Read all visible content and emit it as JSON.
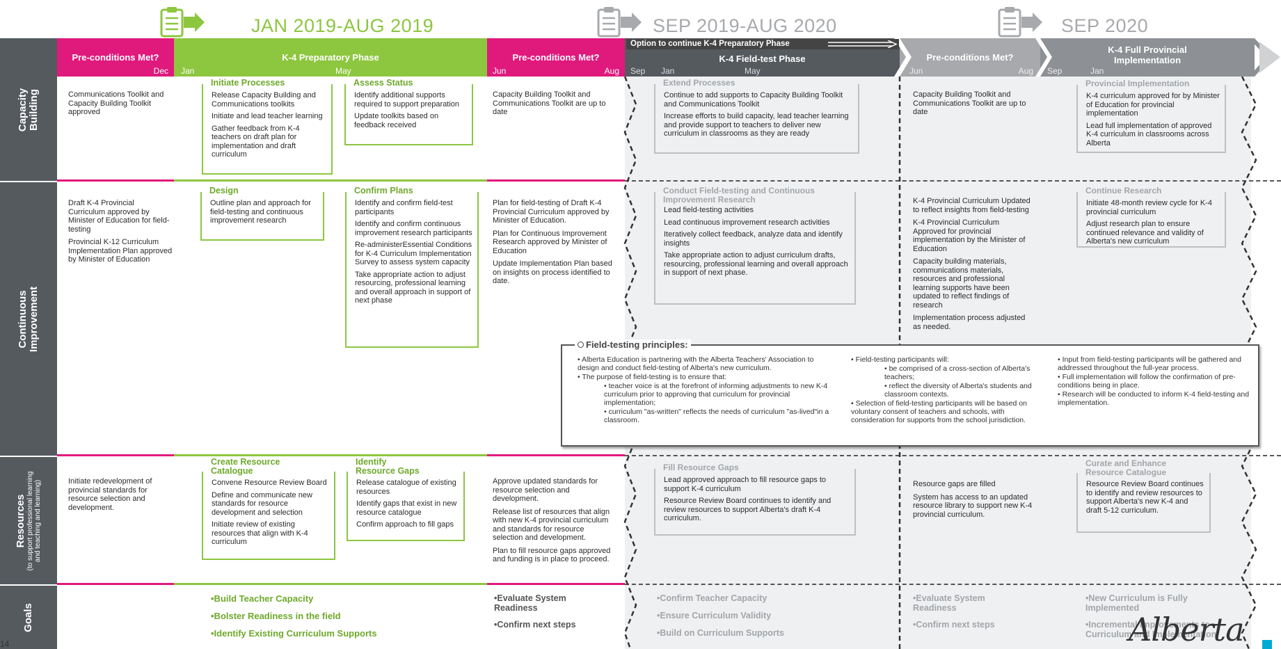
{
  "phases": [
    {
      "title": "JAN 2019-AUG 2019"
    },
    {
      "title": "SEP 2019-AUG 2020"
    },
    {
      "title": "SEP 2020"
    }
  ],
  "option_banner": "Option to continue K-4 Preparatory Phase",
  "headers": [
    {
      "label": "Pre-conditions Met?",
      "month_right": "Dec"
    },
    {
      "label": "K-4 Preparatory Phase",
      "month_left": "Jan",
      "month_mid": "May"
    },
    {
      "label": "Pre-conditions Met?",
      "month_left": "Jun",
      "month_right": "Aug"
    },
    {
      "label": "K-4 Field-test Phase",
      "month_left": "Sep",
      "month_mid_a": "Jan",
      "month_mid_b": "May"
    },
    {
      "label": "Pre-conditions Met?",
      "month_left": "Jun",
      "month_right": "Aug"
    },
    {
      "label_line1": "K-4 Full Provincial",
      "label_line2": "Implementation",
      "month_left": "Sep",
      "month_mid": "Jan"
    }
  ],
  "row_labels": {
    "capacity_line1": "Capacity",
    "capacity_line2": "Building",
    "ci_line1": "Continuous",
    "ci_line2": "Improvement",
    "resources": "Resources",
    "resources_sub_line1": "(to support professional learning",
    "resources_sub_line2": "and teaching and learning)",
    "goals": "Goals"
  },
  "capacity": {
    "pre": "Communications Toolkit and Capacity Building Toolkit approved",
    "initiate": {
      "title": "Initiate Processes",
      "items": [
        "Release Capacity Building and Communications toolkits",
        "Initiate and lead teacher learning",
        "Gather feedback from K-4 teachers on draft plan for implementation and draft curriculum"
      ]
    },
    "assess": {
      "title": "Assess Status",
      "items": [
        "Identify additional supports required to support preparation",
        "Update toolkits based on feedback received"
      ]
    },
    "pre2": "Capacity Building Toolkit and Communications Toolkit are up to date",
    "extend": {
      "title": "Extend Processes",
      "items": [
        "Continue to add supports to Capacity Building Toolkit and Communications Toolkit",
        "Increase efforts to build capacity, lead teacher learning and provide support to teachers to deliver new curriculum in classrooms as they are ready"
      ]
    },
    "pre3": "Capacity Building Toolkit and Communications Toolkit are up to date",
    "provincial": {
      "title": "Provincial Implementation",
      "items": [
        "K-4 curriculum approved for by Minister of Education for provincial implementation",
        "Lead full implementation of approved K-4 curriculum in classrooms across Alberta"
      ]
    }
  },
  "ci": {
    "pre": [
      "Draft K-4 Provincial Curriculum approved by Minister of Education for field-testing",
      "Provincial K-12 Curriculum Implementation Plan approved by Minister of Education"
    ],
    "design": {
      "title": "Design",
      "items": [
        "Outline plan and approach for field-testing and continuous improvement research"
      ]
    },
    "confirm": {
      "title": "Confirm Plans",
      "items": [
        "Identify and confirm field-test participants",
        "Identify and confirm continuous improvement research participants",
        "Re-administerEssential Conditions for K-4 Curriculum Implementation Survey to assess system capacity",
        "Take appropriate action to adjust resourcing, professional learning and overall approach in support of next phase"
      ]
    },
    "pre2": [
      "Plan for field-testing of Draft K-4 Provincial Curriculum approved by Minister of Education.",
      "Plan for Continuous Improvement Research approved by Minister of Education",
      "Update Implementation Plan based on insights on process identified to date."
    ],
    "conduct": {
      "title": "Conduct Field-testing and Continuous Improvement Research",
      "items": [
        "Lead field-testing activities",
        "Lead continuous improvement research activities",
        "Iteratively collect feedback, analyze data and identify insights",
        "Take appropriate action to adjust curriculum drafts, resourcing, professional learning and overall approach in support of next phase."
      ]
    },
    "pre3": [
      "K-4 Provincial Curriculum Updated to reflect insights from field-testing",
      "K-4 Provincial Curriculum Approved for provincial implementation by the Minister of Education",
      "Capacity building materials, communications materials, resources and professional learning supports have been updated to reflect findings of research",
      "Implementation process adjusted as needed."
    ],
    "research": {
      "title": "Continue Research",
      "items": [
        "Initiate 48-month review cycle for K-4 provincial curriculum",
        "Adjust research plan to ensure continued relevance and validity of Alberta's new curriculum"
      ]
    }
  },
  "field_testing": {
    "title": "Field-testing principles:",
    "col1": [
      "• Alberta Education is partnering with the Alberta Teachers' Association to design and conduct field-testing of Alberta's new curriculum.",
      "• The purpose of field-testing is to ensure that:",
      "• teacher voice is at the forefront of informing adjustments to new K-4 curriculum prior to approving that curriculum for provincial implementation;",
      "• curriculum \"as-written\" reflects the needs of curriculum \"as-lived\"in a classroom."
    ],
    "col2": [
      "• Field-testing participants will:",
      "• be comprised of a cross-section of Alberta's teachers;",
      "• reflect the diversity of Alberta's students and classroom contexts.",
      "• Selection of field-testing participants will be based on voluntary consent of teachers and schools, with consideration for supports from the school jurisdiction."
    ],
    "col3": [
      "• Input from field-testing participants will be gathered and addressed throughout the full-year process.",
      "• Full implementation will follow the confirmation of pre-conditions being in place.",
      "• Research will be conducted to inform K-4 field-testing and implementation."
    ]
  },
  "resources": {
    "pre": "Initiate redevelopment of provincial standards for resource selection and development.",
    "catalogue": {
      "title_line1": "Create Resource",
      "title_line2": "Catalogue",
      "items": [
        "Convene Resource Review Board",
        "Define and communicate new standards for resource development and selection",
        "Initiate review of existing resources that align with K-4 curriculum"
      ]
    },
    "gaps": {
      "title_line1": "Identify",
      "title_line2": "Resource Gaps",
      "items": [
        "Release catalogue of existing resources",
        "Identify gaps that exist in new resource catalogue",
        "Confirm approach to fill gaps"
      ]
    },
    "pre2": [
      "Approve updated standards for resource selection and development.",
      "Release list of resources that align with new K-4 provincial curriculum and standards for resource selection and development.",
      "Plan to fill resource gaps approved and funding is in place to proceed."
    ],
    "fill": {
      "title": "Fill Resource Gaps",
      "items": [
        "Lead approved approach to fill resource gaps to support K-4 curriculum",
        "Resource Review Board continues to identify and review resources to support Alberta's draft K-4 curriculum."
      ]
    },
    "pre3": [
      "Resource gaps are filled",
      "System has access to an updated resource library to support new K-4 provincial curriculum."
    ],
    "enhance": {
      "title_line1": "Curate and Enhance",
      "title_line2": "Resource Catalogue",
      "items": [
        "Resource Review Board continues to identify and review resources to support Alberta's new K-4 and draft 5-12 curriculum."
      ]
    }
  },
  "goals": {
    "prep": [
      "•Build Teacher Capacity",
      "•Bolster Readiness in the field",
      "•Identify Existing Curriculum Supports"
    ],
    "pre2": [
      "•Evaluate System Readiness",
      "•Confirm next steps"
    ],
    "field": [
      "•Confirm Teacher Capacity",
      "•Ensure Curriculum Validity",
      "•Build on Curriculum Supports"
    ],
    "pre3": [
      "•Evaluate System Readiness",
      "•Confirm next steps"
    ],
    "impl": [
      "•New Curriculum is Fully Implemented",
      "•Incremental Improvements to Curriculum and Implementation"
    ]
  },
  "footer": {
    "page_number": "14",
    "logo_text": "Alberta"
  },
  "colors": {
    "magenta": "#e0197d",
    "green": "#8dc63f",
    "dark_grey": "#555a5f",
    "light_grey": "#bdbfc1"
  }
}
